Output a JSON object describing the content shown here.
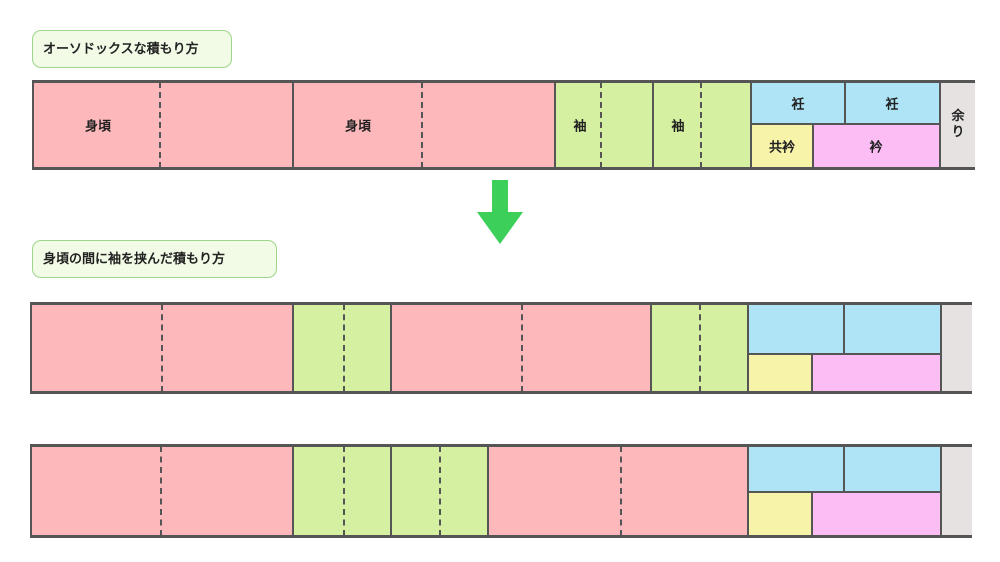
{
  "labels": {
    "orthodox": "オーソドックスな積もり方",
    "alternative": "身頃の間に袖を挟んだ積もり方"
  },
  "parts": {
    "migoro": "身頃",
    "sode": "袖",
    "okumi": "衽",
    "tomoeri": "共衿",
    "eri": "衿",
    "amari": "余り"
  },
  "colors": {
    "migoro": "#fdb8bb",
    "sode": "#d4f0a0",
    "okumi": "#aee4f6",
    "tomoeri": "#f7f3a8",
    "eri": "#fcbdf4",
    "amari": "#e6e2e2",
    "arrow": "#3ccf5a"
  }
}
